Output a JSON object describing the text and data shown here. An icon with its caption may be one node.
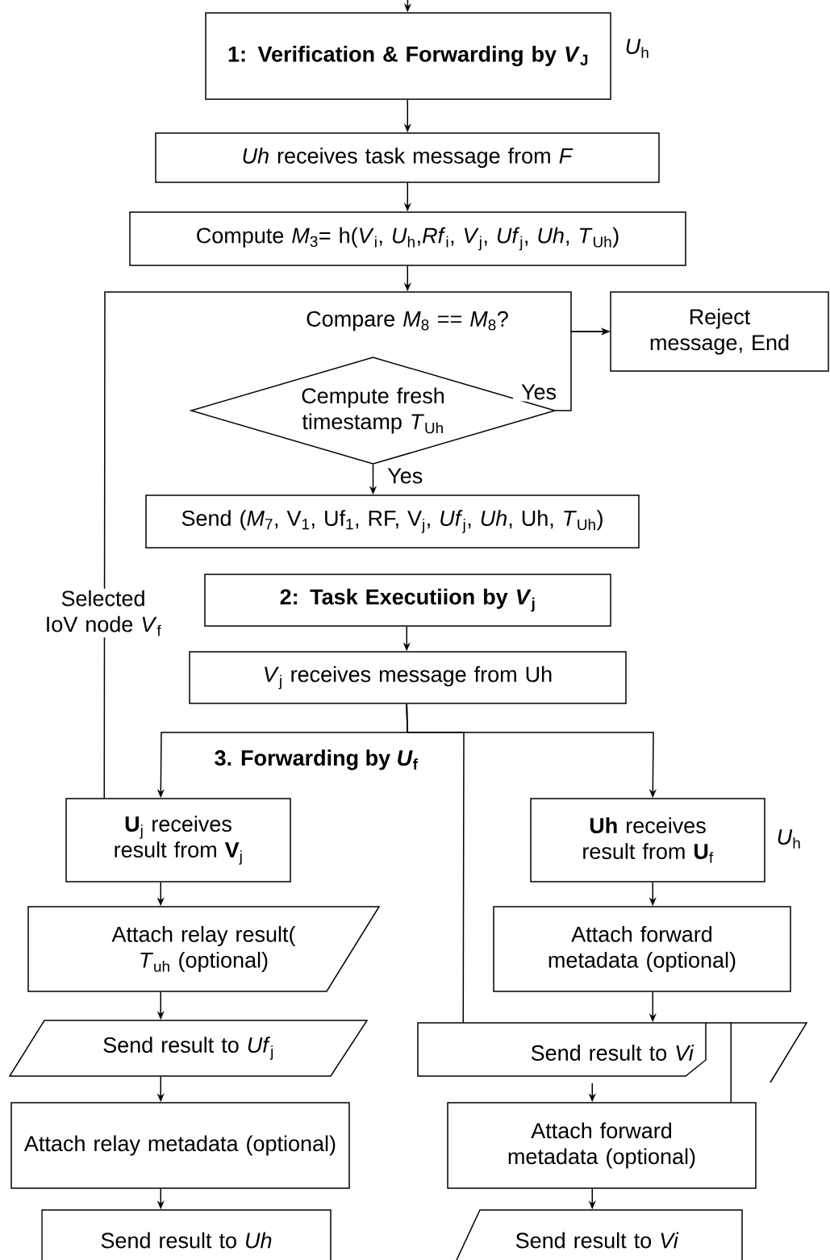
{
  "diagram": {
    "nodes": [
      {
        "text": [
          "1: Verification & Forwarding by *V*$_{J}$"
        ],
        "beside": [
          "*U*$_{h}$"
        ]
      },
      {
        "text": [
          "*Uh* receives task message from *F*"
        ]
      },
      {
        "text": [
          "Compute *M*$_{3}$= h(*V*$_{i}$, *U*$_{h}$,*Rf*$_{i}$, *V*$_{j}$, *Uf*$_{j}$, *Uh*, *T*$_{Uh}$)"
        ]
      },
      {
        "text": [
          "Compare *M*$_{8}$ == *M*$_{8}$?"
        ]
      },
      {
        "text": [
          "Cempute fresh timestamp *T*$_{Uh}$"
        ]
      },
      {
        "text": [
          "Reject message, End"
        ]
      },
      {
        "text": [
          "Send (*M*$_{7}$, V$_{1}$, Uf$_{1}$, RF, V$_{j}$, *Uf*$_{j}$, *Uh*, Uh, *T*$_{Uh}$)"
        ]
      },
      {
        "text": [
          "2: Task Executiion by *V*$_{j}$"
        ]
      },
      {
        "text": [
          "*V*$_{j}$ receives message from Uh"
        ]
      },
      {
        "text": [
          "**U**$_{j}$ receives result from **V**$_{j}$"
        ]
      },
      {
        "text": [
          "**Uh** receives result from **U**$_{f}$"
        ],
        "beside": [
          "*U*$_{h}$"
        ]
      },
      {
        "text": [
          "Attach relay result( *T*$_{uh}$ (optional)"
        ]
      },
      {
        "text": [
          "Attach forward metadata (optional)"
        ]
      },
      {
        "text": [
          "Send result to *Uf*$_{j}$"
        ]
      },
      {
        "text": [
          "Send result to *Vi*"
        ]
      },
      {
        "text": [
          "Attach relay metadata (optional)"
        ]
      },
      {
        "text": [
          "Attach forward metadata (optional)"
        ]
      },
      {
        "text": [
          "Send result to *Uh*"
        ]
      },
      {
        "text": [
          "Send result to *Vi*"
        ]
      }
    ],
    "edges": [
      {
        "from": null,
        "to": 0,
        "arrow": "to"
      },
      {
        "from": 0,
        "to": 1,
        "arrow": "to"
      },
      {
        "from": 1,
        "to": 2,
        "arrow": "to"
      },
      {
        "from": 2,
        "to": 3,
        "arrow": "to"
      },
      {
        "from": 4,
        "to": 5,
        "arrow": "to",
        "label": "Yes"
      },
      {
        "from": 9,
        "to": 5,
        "arrow": "to",
        "label": "Selected IoV node *V*$_{f}$"
      },
      {
        "from": 4,
        "to": 6,
        "arrow": "to",
        "label": "Yes"
      },
      {
        "from": 7,
        "to": 8,
        "arrow": "to"
      },
      {
        "from": 8,
        "to": 9,
        "arrow": "to"
      },
      {
        "from": 8,
        "to": 10,
        "arrow": "to"
      },
      {
        "from": 8,
        "to": 14,
        "arrow": "none"
      },
      {
        "from": 9,
        "to": 11,
        "arrow": "to"
      },
      {
        "from": 11,
        "to": 13,
        "arrow": "to"
      },
      {
        "from": 13,
        "to": 15,
        "arrow": "to"
      },
      {
        "from": 15,
        "to": 17,
        "arrow": "to"
      },
      {
        "from": 10,
        "to": 12,
        "arrow": "to"
      },
      {
        "from": 12,
        "to": 14,
        "arrow": "to"
      },
      {
        "from": 14,
        "to": 16,
        "arrow": "to"
      },
      {
        "from": 14,
        "to": 16,
        "arrow": "none"
      },
      {
        "from": 16,
        "to": 18,
        "arrow": "to"
      }
    ],
    "labels": [
      "3. Forwarding by *U*$_{f}$"
    ]
  }
}
